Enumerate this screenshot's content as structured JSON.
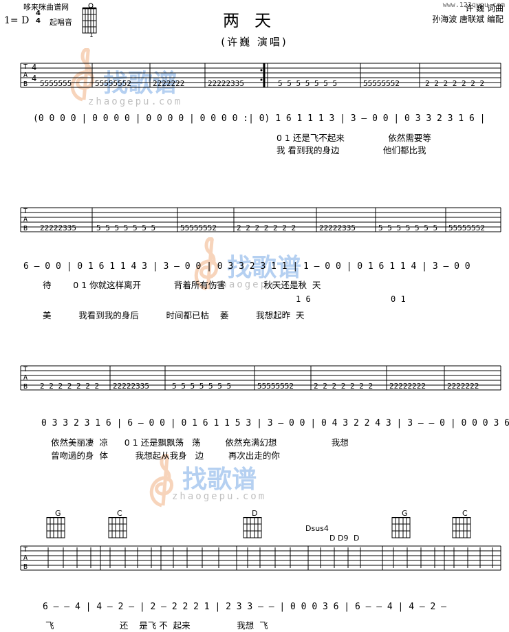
{
  "header": {
    "site_name": "哆来咪曲谱网",
    "site_url": "www.123qupu.com",
    "title": "两天",
    "singer_line": "(许巍 演唱)",
    "key_signature": "1= D",
    "time_top": "4",
    "time_bottom": "4",
    "start_note_label": "起唱音",
    "start_fret": "1",
    "credit_composer": "许  巍  词曲",
    "credit_arranger": "孙海波 唐联斌 编配"
  },
  "watermark": {
    "logo_text": "找歌谱",
    "domain_text": "zhaogepu.com"
  },
  "systems": [
    {
      "tab_label": [
        "T",
        "A",
        "B"
      ],
      "bar_numbers": [
        "5555555",
        "55555552",
        "2222222",
        "22222335",
        "5 5 5 5 5 5 5",
        "55555552",
        "2 2 2 2 2 2 2"
      ],
      "jianpu": "(0 0 0 0 | 0 0 0 0 | 0 0 0 0 | 0 0 0 0 :| 0) 1 6 1 1 1 3 | 3 — 0 0 | 0 3 3 2 3 1 6 |",
      "lyric1": "0 1 还是飞不起来                依然需要等",
      "lyric2": "我 看到我的身边                他们都比我"
    },
    {
      "bar_numbers": [
        "22222335",
        "5 5 5 5 5 5 5",
        "55555552",
        "2 2 2 2 2 2 2",
        "22222335",
        "5 5 5 5 5 5 5",
        "55555552"
      ],
      "jianpu": "6 — 0 0 | 0 1 6 1 1 4 3 | 3 — 0 0 | 0 3 3 2 3 1 1 | 1 — 0 0 | 0 1 6 1 1 4 | 3 — 0 0",
      "lyric1": "待        0 1 你就这样离开            背着所有伤害              秋天还是秋  天",
      "lyric_alt": "1 6",
      "lyric_alt2": "0 1",
      "lyric2": "美          我看到我的身后          时间都已枯    萎          我想起昨  天"
    },
    {
      "bar_numbers": [
        "2 2 2 2 2 2 2",
        "22222335",
        "5 5 5 5 5 5 5",
        "55555552",
        "2 2 2 2 2 2 2",
        "22222222",
        "2222222"
      ],
      "jianpu": "0 3 3 2 3 1 6 | 6 — 0 0 | 0 1 6 1 1 5 3 | 3 — 0 0 | 0 4 3 2 2 4 3 | 3 — — 0 | 0 0 0 3 6",
      "lyric1": "依然美丽凄  凉      0 1 还是飘飘荡   荡         依然充满幻想                    我想",
      "lyric2": "曾吻過的身  体          我想起从我身   边         再次出走的你"
    },
    {
      "chords": [
        "G",
        "C",
        "D",
        "Dsus4",
        "D",
        "D9",
        "D",
        "G",
        "C"
      ],
      "jianpu": "6 — — 4 | 4 — 2 — | 2 — 2 2 2 1 | 2 3 3 — — | 0 0 0 3 6 | 6 — — 4 | 4 — 2 —",
      "lyric1": "飞                        还    是飞 不  起来                 我想  飞"
    }
  ]
}
